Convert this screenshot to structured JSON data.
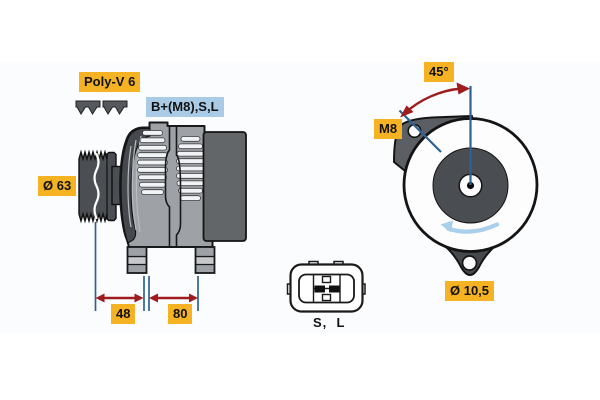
{
  "labels": {
    "poly_v": "Poly-V 6",
    "terminals": "B+(M8),S,L",
    "pulley_diameter": "Ø 63",
    "dim_48": "48",
    "dim_80": "80",
    "angle": "45°",
    "thread": "M8",
    "hole_diameter": "Ø 10,5",
    "connector_pins": "S,  L"
  },
  "colors": {
    "label_yellow": "#F5B324",
    "label_blue": "#A9CBE6",
    "dimension_line_blue": "#2E6293",
    "dimension_arrow_red": "#9E1B1E",
    "rotation_arrow_blue": "#A9CFEA",
    "body_gray": "#9EA1A5",
    "dark_gray": "#626569",
    "outline_black": "#1A1A1A"
  },
  "icons": {
    "belt_profile": "poly-v-belt-profile-icon",
    "rotation": "counterclockwise-rotation-arrow-icon"
  }
}
